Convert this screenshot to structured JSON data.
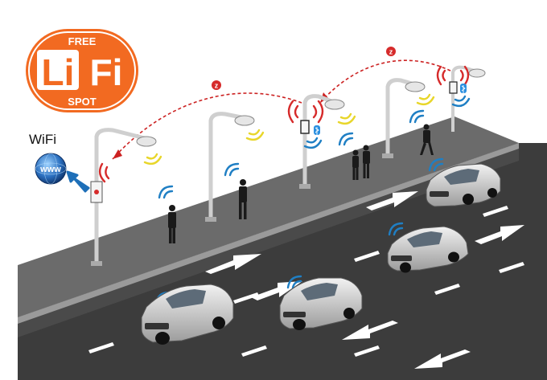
{
  "logo": {
    "top_text": "FREE",
    "main_left": "Li",
    "main_right": "Fi",
    "bottom_text": "SPOT",
    "color": "#f26a21"
  },
  "wifi": {
    "label": "WiFi",
    "globe_text": "www"
  },
  "colors": {
    "road": "#3c3c3c",
    "sidewalk": "#6b6b6b",
    "curb": "#9a9a9a",
    "signal_blue": "#1f7fc4",
    "signal_yellow": "#e8d62a",
    "signal_red": "#d62b2b",
    "relay_line": "#cc2222",
    "arrow_blue": "#1e6fb8"
  },
  "icons": {
    "relay": "relay-z-icon",
    "bluetooth": "bluetooth-icon",
    "globe": "globe-icon"
  },
  "relay_badge": "z"
}
